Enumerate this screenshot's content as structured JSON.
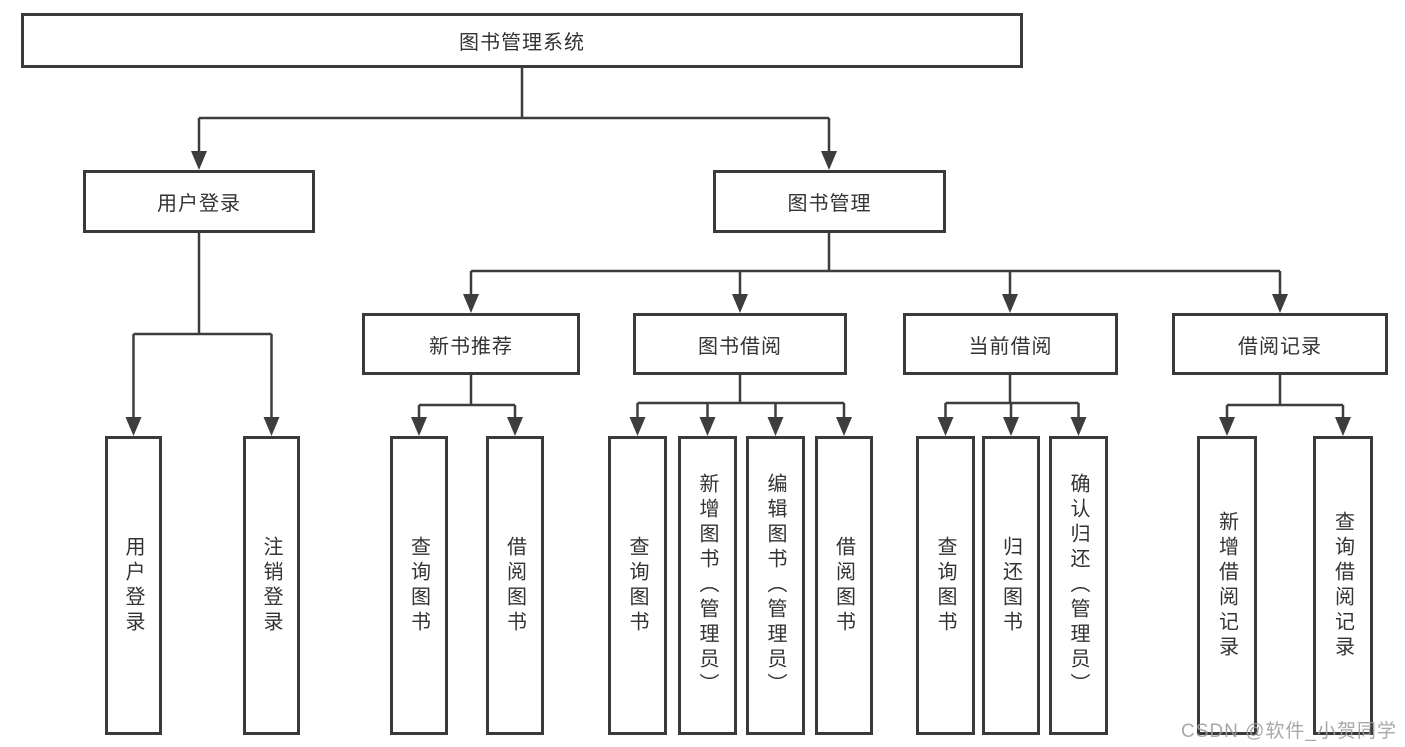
{
  "title": "图书管理系统",
  "watermark": {
    "text": "CSDN @软件_小贺同学"
  },
  "colors": {
    "line": "#3d3d3d",
    "box_border": "#3a3a3a",
    "box_background": "#ffffff",
    "text": "#333333",
    "watermark": "#9e9e9e"
  },
  "tree": {
    "root": {
      "label": "图书管理系统"
    },
    "level2": [
      {
        "label": "用户登录",
        "children": [
          {
            "label": "用户登录"
          },
          {
            "label": "注销登录"
          }
        ]
      },
      {
        "label": "图书管理"
      }
    ],
    "level3": [
      {
        "label": "新书推荐",
        "children": [
          {
            "label": "查询图书"
          },
          {
            "label": "借阅图书"
          }
        ]
      },
      {
        "label": "图书借阅",
        "children": [
          {
            "label": "查询图书"
          },
          {
            "label": "新增图书（管理员）"
          },
          {
            "label": "编辑图书（管理员）"
          },
          {
            "label": "借阅图书"
          }
        ]
      },
      {
        "label": "当前借阅",
        "children": [
          {
            "label": "查询图书"
          },
          {
            "label": "归还图书"
          },
          {
            "label": "确认归还（管理员）"
          }
        ]
      },
      {
        "label": "借阅记录",
        "children": [
          {
            "label": "新增借阅记录"
          },
          {
            "label": "查询借阅记录"
          }
        ]
      }
    ]
  }
}
